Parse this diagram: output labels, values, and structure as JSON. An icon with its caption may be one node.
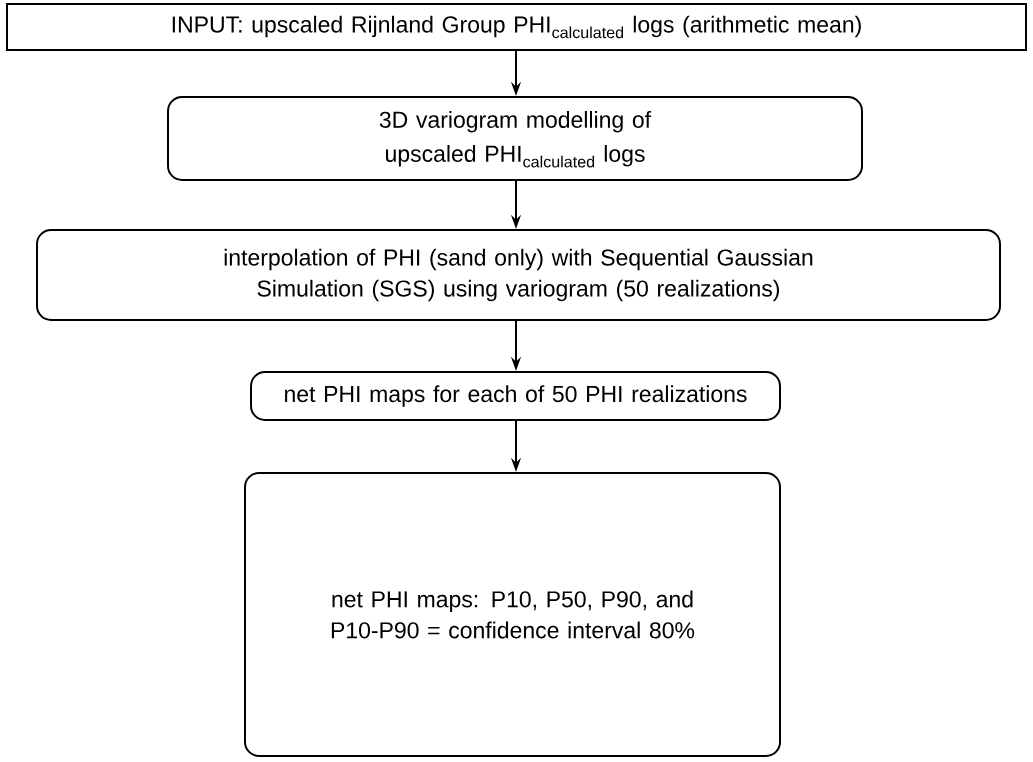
{
  "diagram": {
    "nodes": [
      {
        "text": [
          "\\text{INPUT: upscaled Rijnland Group PHI}_{\\text{calculated}}\\text{ logs (arithmetic mean)}"
        ]
      },
      {
        "text": [
          "\\begin{gathered}\\text{3D variogram modelling of}\\\\ \\text{upscaled PHI}_{\\text{calculated}}\\text{ logs}\\end{gathered}"
        ]
      },
      {
        "text": [
          "interpolation of PHI (sand only) with Sequential Gaussian Simulation (SGS) using variogram (50 realizations)"
        ]
      },
      {
        "text": [
          "net PHI maps for each of 50 PHI realizations"
        ]
      },
      {
        "text": [
          "net PHI maps: P10, P50, P90, and P10-P90 = confidence interval 80%"
        ]
      }
    ],
    "edges": [
      {
        "from": 0,
        "to": 1,
        "arrow": "to"
      },
      {
        "from": 1,
        "to": 2,
        "arrow": "to"
      },
      {
        "from": 2,
        "to": 3,
        "arrow": "to"
      },
      {
        "from": 3,
        "to": 4,
        "arrow": "to"
      }
    ]
  }
}
